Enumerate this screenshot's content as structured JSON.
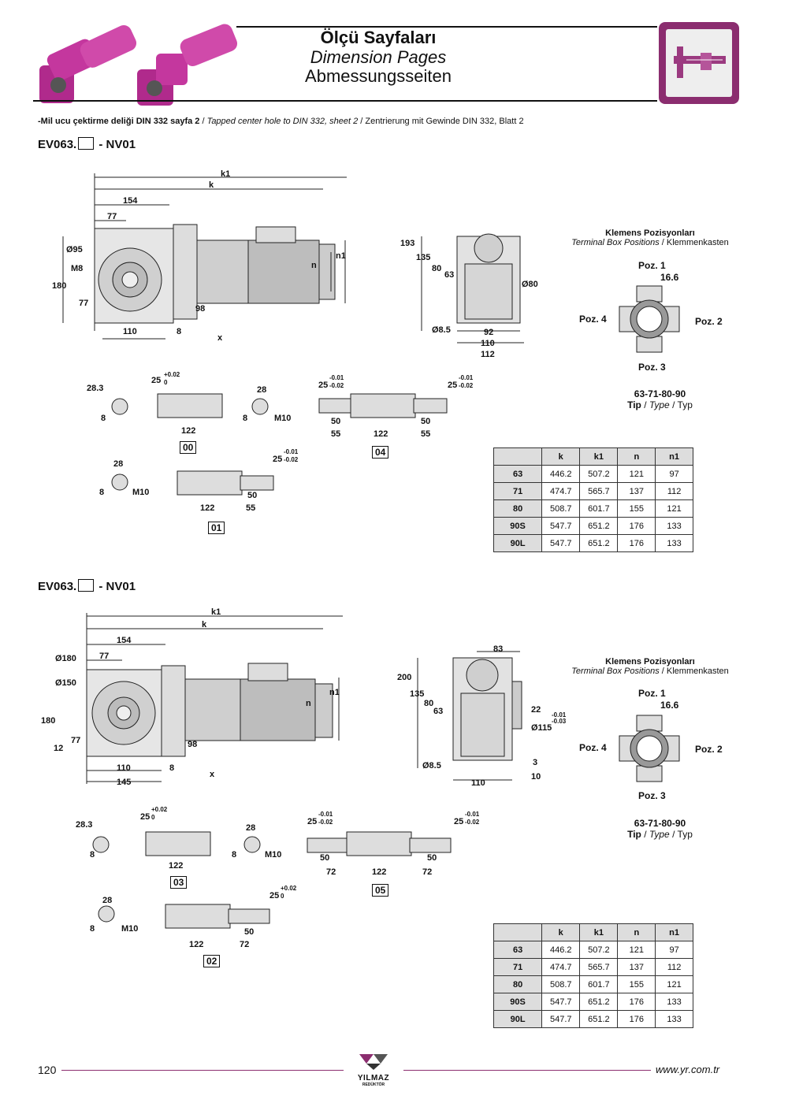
{
  "header": {
    "title_tr": "Ölçü Sayfaları",
    "title_en": "Dimension Pages",
    "title_de": "Abmessungsseiten"
  },
  "note": {
    "tr": "-Mil ucu çektirme deliği DIN 332 sayfa 2",
    "sep1": "/",
    "en": "Tapped center hole to DIN 332, sheet 2",
    "sep2": "/",
    "de": "Zentrierung mit Gewinde DIN 332, Blatt 2"
  },
  "sections": [
    {
      "model_prefix": "EV063.",
      "model_suffix": "- NV01",
      "dims_main": {
        "k1": "k1",
        "k": "k",
        "d154": "154",
        "d77": "77",
        "o95": "Ø95",
        "m8": "M8",
        "d180": "180",
        "d77b": "77",
        "d98": "98",
        "d110": "110",
        "d8": "8",
        "x": "x",
        "n": "n",
        "n1": "n1"
      },
      "dims_side": {
        "d193": "193",
        "d135": "135",
        "d80": "80",
        "d63": "63",
        "o80": "Ø80",
        "o85": "Ø8.5",
        "d92": "92",
        "d110": "110",
        "d112": "112"
      },
      "shafts": {
        "s283": "28.3",
        "s8a": "8",
        "tol25": "25",
        "tol25s": "+0.02",
        "tol25i": "0",
        "s122": "122",
        "c00": "00",
        "s28": "28",
        "s8b": "8",
        "m10": "M10",
        "t25l": "25",
        "t25ls": "-0.01",
        "t25li": "-0.02",
        "t25r": "25",
        "t25rs": "-0.01",
        "t25ri": "-0.02",
        "a50": "50",
        "a55": "55",
        "a122": "122",
        "b50": "50",
        "b55": "55",
        "c04": "04",
        "p28": "28",
        "p8": "8",
        "pm10": "M10",
        "q25": "25",
        "q25s": "-0.01",
        "q25i": "-0.02",
        "q122": "122",
        "q50": "50",
        "q55": "55",
        "c01": "01"
      }
    },
    {
      "model_prefix": "EV063.",
      "model_suffix": "- NV01",
      "dims_main": {
        "k1": "k1",
        "k": "k",
        "d154": "154",
        "d77": "77",
        "o180": "Ø180",
        "o150": "Ø150",
        "d180": "180",
        "d12": "12",
        "d77b": "77",
        "d98": "98",
        "d110": "110",
        "d145": "145",
        "d8": "8",
        "x": "x",
        "n": "n",
        "n1": "n1"
      },
      "dims_side": {
        "d83": "83",
        "d200": "200",
        "d135": "135",
        "d80": "80",
        "d63": "63",
        "d22": "22",
        "o115": "Ø115",
        "o115s": "-0.01",
        "o115i": "-0.03",
        "o85": "Ø8.5",
        "d3": "3",
        "d10": "10",
        "d110": "110"
      },
      "shafts": {
        "s283": "28.3",
        "s8a": "8",
        "tol25": "25",
        "tol25s": "+0.02",
        "tol25i": "0",
        "s122": "122",
        "c03": "03",
        "s28": "28",
        "s8b": "8",
        "m10": "M10",
        "t25l": "25",
        "t25ls": "-0.01",
        "t25li": "-0.02",
        "t25r": "25",
        "t25rs": "-0.01",
        "t25ri": "-0.02",
        "a50": "50",
        "a72": "72",
        "a122": "122",
        "b50": "50",
        "b72": "72",
        "c05": "05",
        "p28": "28",
        "p8": "8",
        "pm10": "M10",
        "q25": "25",
        "q25s": "+0.02",
        "q25i": "0",
        "q122": "122",
        "q50": "50",
        "q72": "72",
        "c02": "02"
      }
    }
  ],
  "klemens": {
    "title_tr": "Klemens Pozisyonları",
    "title_en": "Terminal Box Positions",
    "sep": "/",
    "title_de": "Klemmenkasten",
    "poz1": "Poz. 1",
    "poz2": "Poz. 2",
    "poz3": "Poz. 3",
    "poz4": "Poz. 4",
    "dim": "16.6",
    "types": "63-71-80-90",
    "tip_tr": "Tip",
    "tip_en": "Type",
    "tip_de": "Typ",
    "tip_sep": "/"
  },
  "table": {
    "headers": [
      "k",
      "k1",
      "n",
      "n1"
    ],
    "rows": [
      {
        "label": "63",
        "values": [
          "446.2",
          "507.2",
          "121",
          "97"
        ]
      },
      {
        "label": "71",
        "values": [
          "474.7",
          "565.7",
          "137",
          "112"
        ]
      },
      {
        "label": "80",
        "values": [
          "508.7",
          "601.7",
          "155",
          "121"
        ]
      },
      {
        "label": "90S",
        "values": [
          "547.7",
          "651.2",
          "176",
          "133"
        ]
      },
      {
        "label": "90L",
        "values": [
          "547.7",
          "651.2",
          "176",
          "133"
        ]
      }
    ]
  },
  "footer": {
    "page": "120",
    "url": "www.yr.com.tr",
    "logo_name": "YILMAZ",
    "logo_sub": "REDÜKTÖR"
  },
  "colors": {
    "brand": "#8b2d6f",
    "table_header": "#dddddd"
  }
}
